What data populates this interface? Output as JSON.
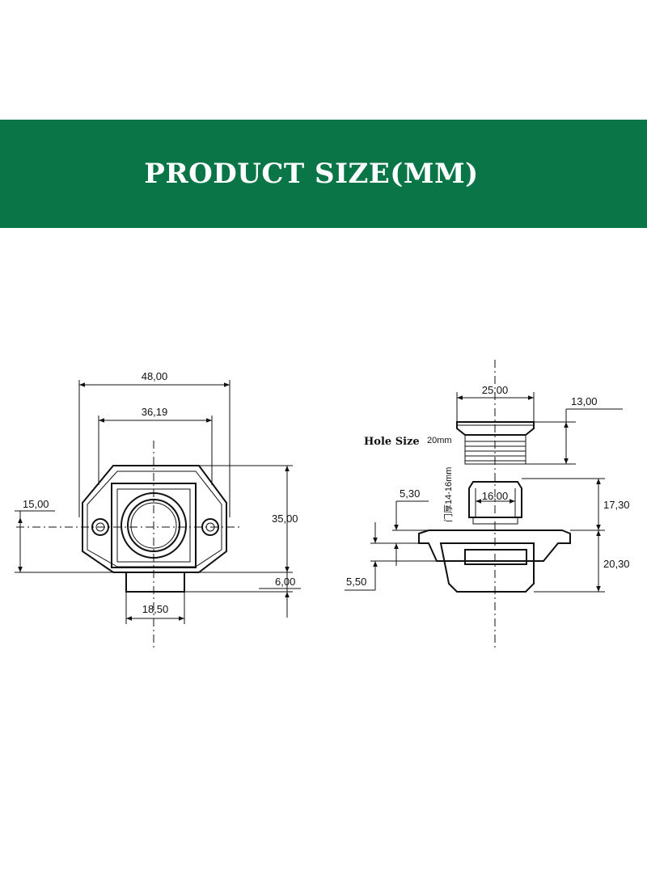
{
  "banner": {
    "title": "PRODUCT SIZE(MM)",
    "color": "#0a7648"
  },
  "front_view": {
    "width_outer": "48,00",
    "width_inner": "36,19",
    "height": "35,00",
    "hole_offset": "15,00",
    "base_offset": "6,00",
    "base_width": "18,50"
  },
  "side_view": {
    "cap_diameter": "25,00",
    "cap_height": "13,00",
    "hole_size_label": "Hole Size",
    "hole_size_value": "20mm",
    "door_thickness": "门厚14-16mm",
    "body_diameter": "16,00",
    "flange_offset": "5,30",
    "upper_height": "17,30",
    "lower_height": "20,30",
    "flange_thickness": "5,50"
  }
}
